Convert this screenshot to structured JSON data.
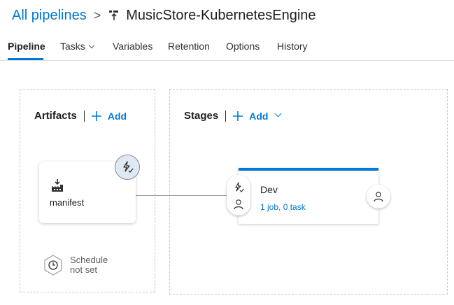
{
  "breadcrumb": {
    "all_pipelines": "All pipelines",
    "separator": ">",
    "pipeline_name": "MusicStore-KubernetesEngine"
  },
  "tabs": [
    {
      "label": "Pipeline",
      "active": true
    },
    {
      "label": "Tasks",
      "has_dropdown": true
    },
    {
      "label": "Variables"
    },
    {
      "label": "Retention"
    },
    {
      "label": "Options"
    },
    {
      "label": "History"
    }
  ],
  "artifacts": {
    "heading": "Artifacts",
    "add_label": "Add",
    "item": {
      "name": "manifest",
      "icon": "build-artifact-icon"
    },
    "trigger_icon": "lightning-trigger-icon",
    "schedule": {
      "line1": "Schedule",
      "line2": "not set",
      "icon": "clock-icon"
    }
  },
  "stages": {
    "heading": "Stages",
    "add_label": "Add",
    "items": [
      {
        "name": "Dev",
        "summary": "1 job, 0 task"
      }
    ]
  },
  "colors": {
    "accent": "#0078d4",
    "text": "#201f1e",
    "muted": "#605e5c",
    "border": "#c8c6c4"
  }
}
